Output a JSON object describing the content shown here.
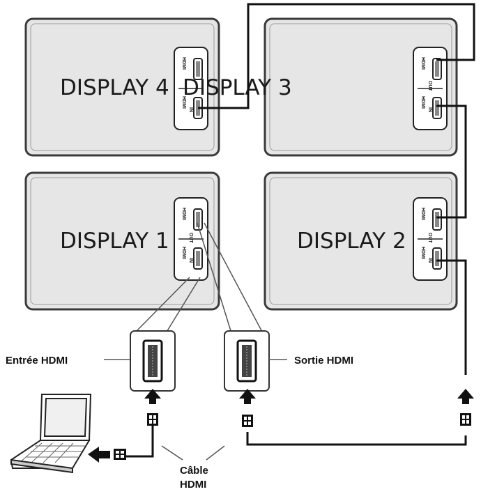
{
  "displays": {
    "d4": {
      "label": "DISPLAY 4"
    },
    "d3": {
      "label": "DISPLAY 3"
    },
    "d1": {
      "label": "DISPLAY 1"
    },
    "d2": {
      "label": "DISPLAY 2"
    }
  },
  "ports": {
    "hdmi": "HDMI",
    "in": "IN",
    "out": "OUT"
  },
  "callouts": {
    "input": "Entrée HDMI",
    "output": "Sortie HDMI",
    "cable_line1": "Câble",
    "cable_line2": "HDMI"
  },
  "colors": {
    "panel_fill": "#e6e6e6",
    "panel_border": "#3a3a3a",
    "cable": "#111111"
  }
}
